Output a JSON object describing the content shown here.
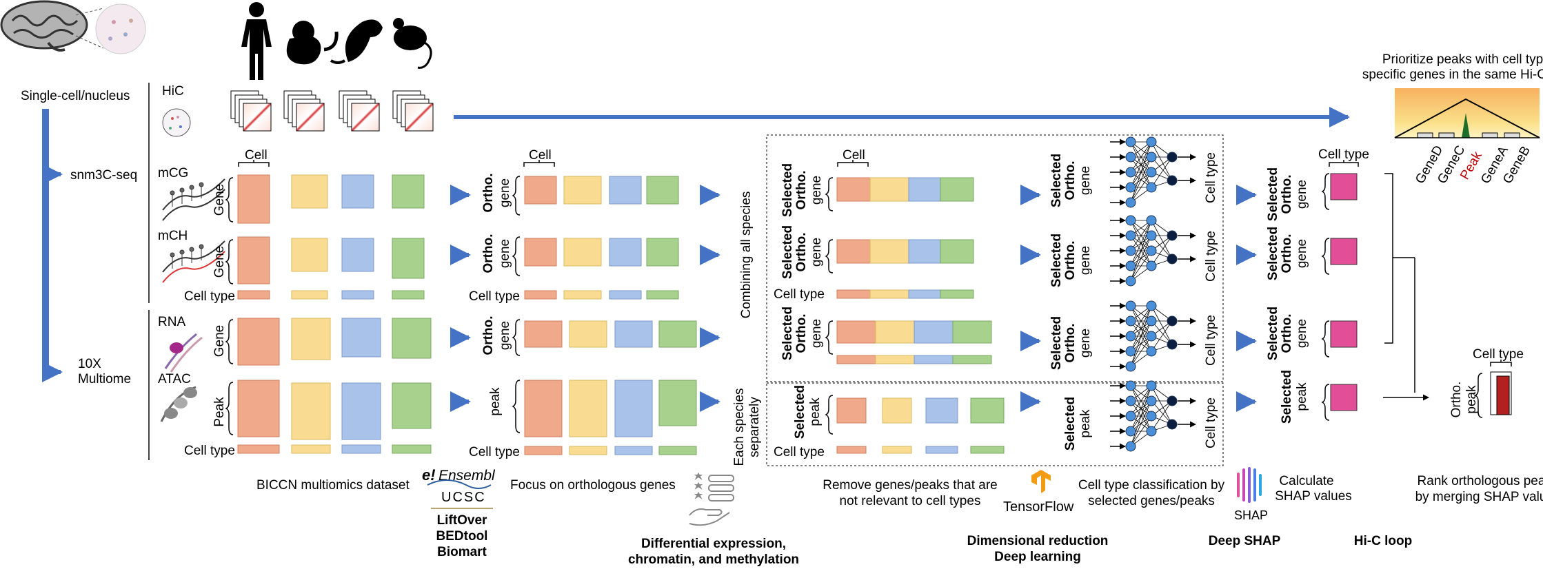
{
  "colors": {
    "orange": "#f0a98b",
    "yellow": "#f9dc92",
    "blue": "#a9c2ea",
    "green": "#a9d18e",
    "pink": "#e24e97",
    "arrow": "#4472c4",
    "red_peak": "#c00000"
  },
  "left": {
    "source": "Single-cell/nucleus",
    "snm3c": "snm3C-seq",
    "multiome_1": "10X",
    "multiome_2": "Multiome"
  },
  "panel1": {
    "hic": "HiC",
    "mcg": "mCG",
    "mch": "mCH",
    "rna": "RNA",
    "atac": "ATAC",
    "cell": "Cell",
    "gene": "Gene",
    "peak": "Peak",
    "cell_type": "Cell type",
    "caption": "BICCN multiomics dataset"
  },
  "panel2": {
    "cell": "Cell",
    "ortho": "Ortho.",
    "gene": "gene",
    "peak": "peak",
    "cell_type": "Cell type",
    "caption": "Focus on orthologous genes"
  },
  "tools1": {
    "ensembl": "Ensembl",
    "ucsc": "UCSC",
    "t1": "LiftOver",
    "t2": "BEDtool",
    "t3": "Biomart"
  },
  "tools2": {
    "l1": "Differential expression,",
    "l2": "chromatin, and methylation"
  },
  "panel3": {
    "combining": "Combining all species",
    "separately_1": "Each species",
    "separately_2": "separately",
    "cell": "Cell",
    "selected": "Selected",
    "ortho": "Ortho.",
    "gene": "gene",
    "peak": "peak",
    "cell_type": "Cell type",
    "caption_1": "Remove genes/peaks that are",
    "caption_2": "not relevant to cell types"
  },
  "panel4": {
    "cell_type": "Cell type",
    "caption_1": "Cell type classification by",
    "caption_2": "selected genes/peaks",
    "tensorflow": "TensorFlow"
  },
  "bottom_methods": {
    "dr": "Dimensional reduction",
    "dl": "Deep learning",
    "shap": "Deep SHAP",
    "hic": "Hi-C loop"
  },
  "panel5": {
    "selected": "Selected",
    "ortho": "Ortho.",
    "gene": "gene",
    "peak": "peak",
    "cell_type": "Cell type",
    "shap_logo": "SHAP",
    "caption_1": "Calculate",
    "caption_2": "SHAP values"
  },
  "panel6": {
    "title_1": "Prioritize peaks with cell type-",
    "title_2": "specific genes in the same Hi-C loop",
    "genes": [
      "GeneD",
      "GeneC",
      "Peak",
      "GeneA",
      "GeneB"
    ],
    "cell_type": "Cell type",
    "ortho": "Ortho.",
    "peak": "peak",
    "caption_1": "Rank orthologous peaks",
    "caption_2": "by merging SHAP values"
  }
}
